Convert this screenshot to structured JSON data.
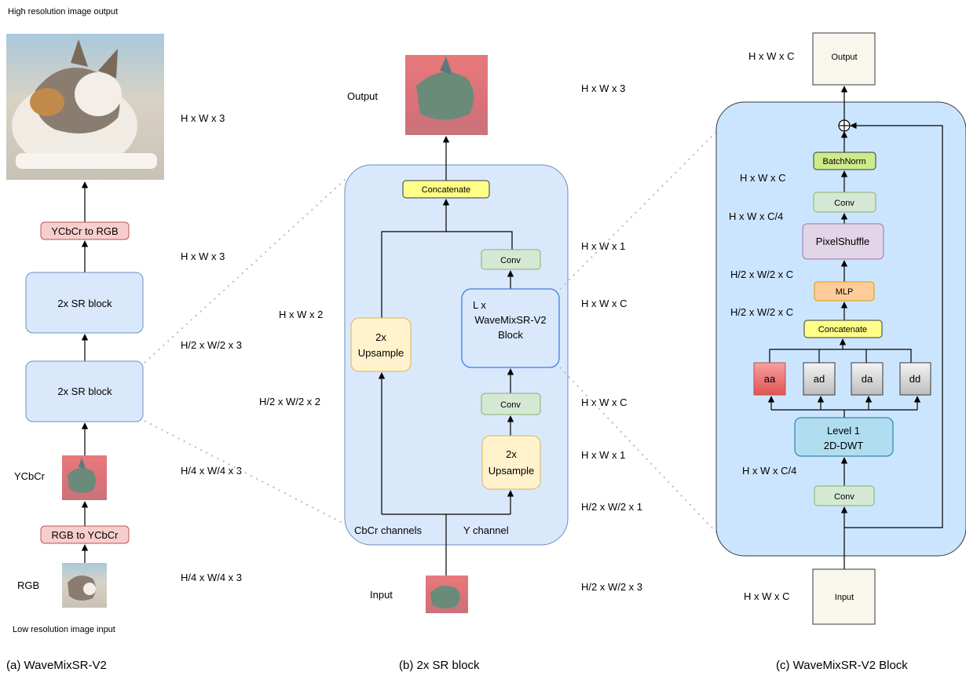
{
  "panel_a": {
    "caption": "(a) WaveMixSR-V2",
    "top_label": "High resolution image output",
    "bottom_label": "Low resolution image input",
    "ycbcr_to_rgb": "YCbCr to RGB",
    "sr_block_1": "2x SR block",
    "sr_block_2": "2x SR block",
    "rgb_to_ycbcr": "RGB to YCbCr",
    "ycbcr_label": "YCbCr",
    "rgb_label": "RGB",
    "dims": {
      "out": "H x W x 3",
      "after_sr": "H x W x 3",
      "mid": "H/2 x W/2 x 3",
      "ycbcr": "H/4 x W/4 x 3",
      "rgb": "H/4 x W/4 x 3"
    }
  },
  "panel_b": {
    "caption": "(b) 2x SR block",
    "output_label": "Output",
    "input_label": "Input",
    "concatenate": "Concatenate",
    "conv_top": "Conv",
    "wavemix_line1": "L x",
    "wavemix_line2": "WaveMixSR-V2",
    "wavemix_line3": "Block",
    "conv_bottom": "Conv",
    "upsample_left_1": "2x",
    "upsample_left_2": "Upsample",
    "upsample_right_1": "2x",
    "upsample_right_2": "Upsample",
    "cbcr": "CbCr channels",
    "ychan": "Y channel",
    "dims": {
      "out": "H x W x 3",
      "left_mid": "H x W x 2",
      "left_low": "H/2 x W/2 x 2",
      "r1": "H x W x 1",
      "r2": "H x W x C",
      "r3": "H x W x C",
      "r4": "H x W x 1",
      "r5": "H/2 x W/2 x 1",
      "input": "H/2 x W/2 x 3"
    }
  },
  "panel_c": {
    "caption": "(c) WaveMixSR-V2 Block",
    "output": "Output",
    "input": "Input",
    "batchnorm": "BatchNorm",
    "conv_top": "Conv",
    "pixelshuffle": "PixelShuffle",
    "mlp": "MLP",
    "concatenate": "Concatenate",
    "aa": "aa",
    "ad": "ad",
    "da": "da",
    "dd": "dd",
    "dwt_line1": "Level 1",
    "dwt_line2": "2D-DWT",
    "conv_bottom": "Conv",
    "dims": {
      "out": "H x W x C",
      "d1": "H x W x C",
      "d2": "H x W x C/4",
      "d3": "H/2 x W/2 x C",
      "d4": "H/2 x W/2 x C",
      "d5": "H x W x C/4",
      "input": "H x W x C"
    }
  },
  "colors": {
    "pink_fill": "#f8cecc",
    "pink_stroke": "#b85450",
    "blue_fill": "#dae8fc",
    "blue_stroke": "#6c8ebf",
    "yellow_fill": "#ffff88",
    "green_fill": "#d5e8d4",
    "green_stroke": "#82b366",
    "cream_fill": "#fff2cc",
    "cream_stroke": "#d6b656",
    "panel_c_fill": "#cce5ff",
    "purple_fill": "#e1d5e7",
    "orange_fill": "#ffcc99",
    "dwt_fill": "#b1ddf0",
    "dwt_stroke": "#10739e",
    "red_fill": "#f07070",
    "grey_fill": "#e0e0e0",
    "io_fill": "#f9f7ed"
  }
}
